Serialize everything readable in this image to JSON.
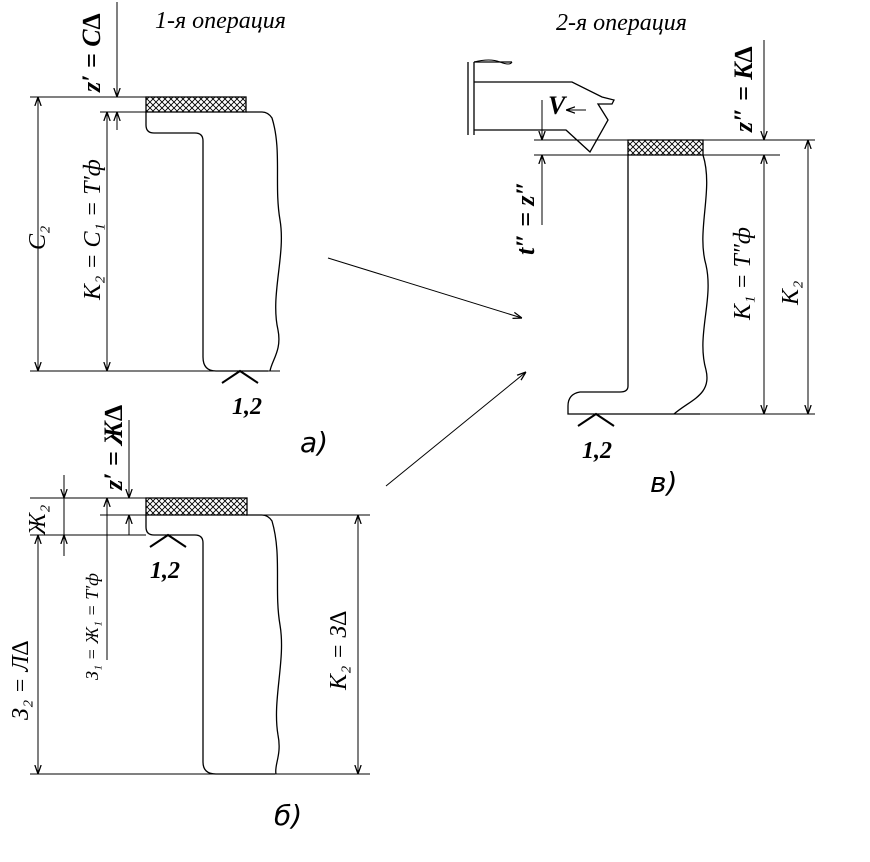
{
  "headers": {
    "op1": "1-я операция",
    "op2": "2-я операция"
  },
  "captions": {
    "a": "а)",
    "b": "б)",
    "v": "в)"
  },
  "base_mark": "1,2",
  "panel_a": {
    "dim_left": "C₂",
    "dim_top": "z′ = C∆",
    "dim_mid": "K₂ = C₁ = T′ф"
  },
  "panel_b": {
    "dim_j2": "Ж₂",
    "dim_top": "z′ = Ж∆",
    "dim_z2": "З₂ = Л∆",
    "dim_z1": "З₁ = Ж₁ = T′ф",
    "dim_k2": "K₂ = З∆"
  },
  "panel_v": {
    "dim_t": "t″ = z″",
    "dim_z": "z″ = K∆",
    "dim_k1": "K₁ = T″ф",
    "dim_k2": "K₂",
    "velocity": "V"
  }
}
